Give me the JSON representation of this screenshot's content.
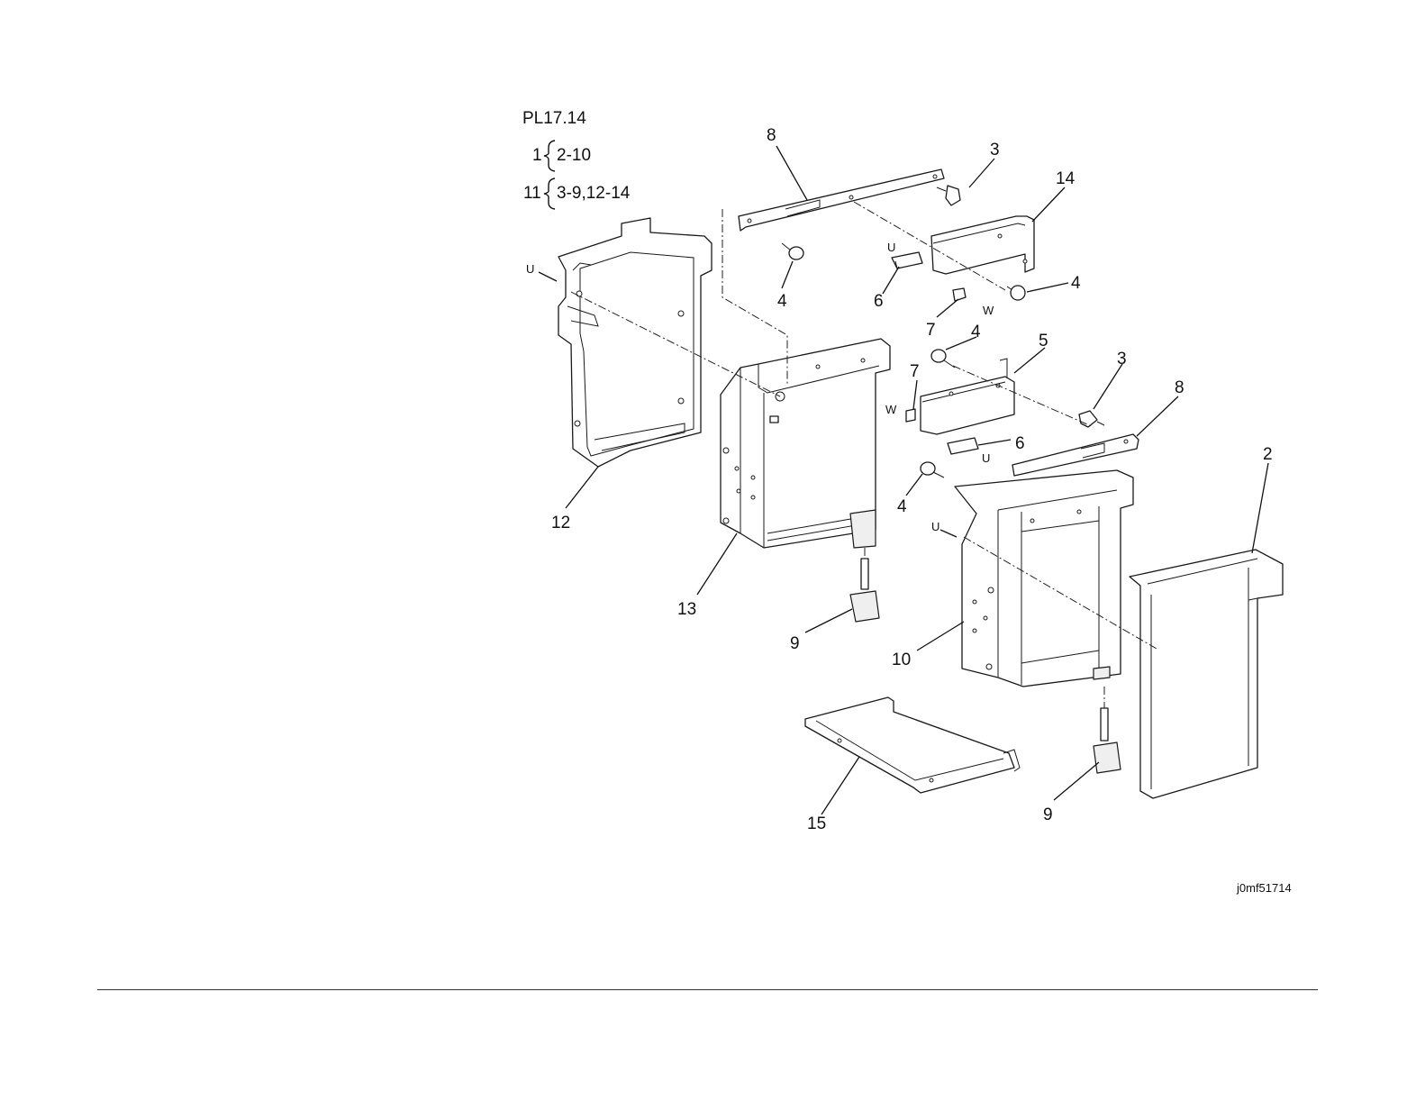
{
  "plate": {
    "title": "PL17.14",
    "kits": [
      {
        "item": "1",
        "contents": "2-10"
      },
      {
        "item": "11",
        "contents": "3-9,12-14"
      }
    ]
  },
  "figure_id": "j0mf51714",
  "callouts": {
    "c8_top": "8",
    "c3_top": "3",
    "c14": "14",
    "c4_left": "4",
    "c6_top": "6",
    "c4_right": "4",
    "c7_top": "7",
    "c4_mid": "4",
    "c5": "5",
    "c3_mid": "3",
    "c8_mid": "8",
    "c7_mid": "7",
    "c6_mid": "6",
    "c2": "2",
    "c4_low": "4",
    "c12": "12",
    "c13": "13",
    "c9_left": "9",
    "c10": "10",
    "c9_right": "9",
    "c15": "15"
  },
  "tags": {
    "u_left": "U",
    "u_top": "U",
    "w_top": "W",
    "w_mid": "W",
    "u_mid": "U",
    "u_frame": "U"
  }
}
